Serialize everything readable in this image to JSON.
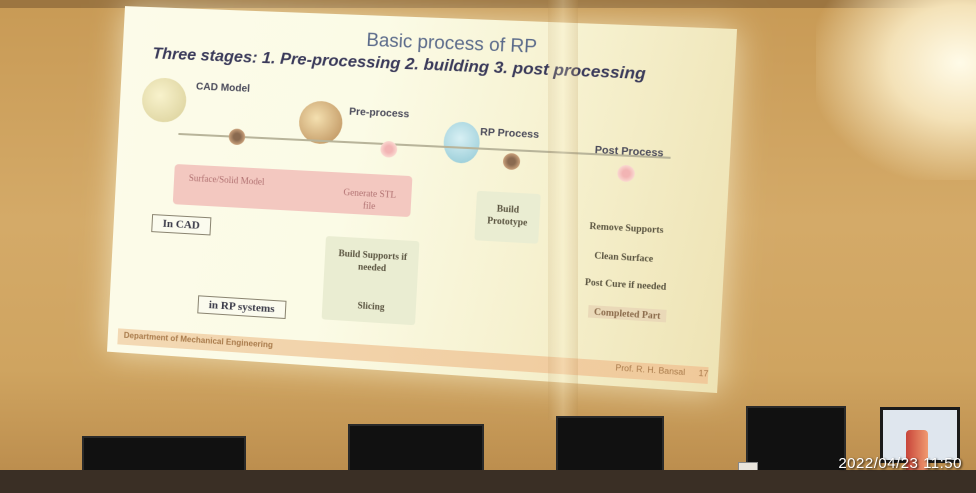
{
  "slide": {
    "title": "Basic process of RP",
    "subtitle": "Three stages: 1. Pre-processing  2. building 3. post processing",
    "stages": [
      "CAD Model",
      "Pre-process",
      "RP Process",
      "Post Process"
    ],
    "boxes": {
      "surface_model": "Surface/Solid Model",
      "generate_stl": "Generate STL file",
      "build_prototype": "Build Prototype",
      "build_supports": "Build Supports if needed",
      "slicing": "Slicing",
      "remove_supports": "Remove Supports",
      "clean_surface": "Clean Surface",
      "post_cure": "Post Cure if needed",
      "completed_part": "Completed Part"
    },
    "notes": {
      "in_cad": "In CAD",
      "in_rp_systems": "in RP systems"
    },
    "footer_left": "Department of Mechanical Engineering",
    "footer_right": "Prof. R. H. Bansal",
    "page_number": "17"
  },
  "timestamp": "2022/04/23  11:50"
}
